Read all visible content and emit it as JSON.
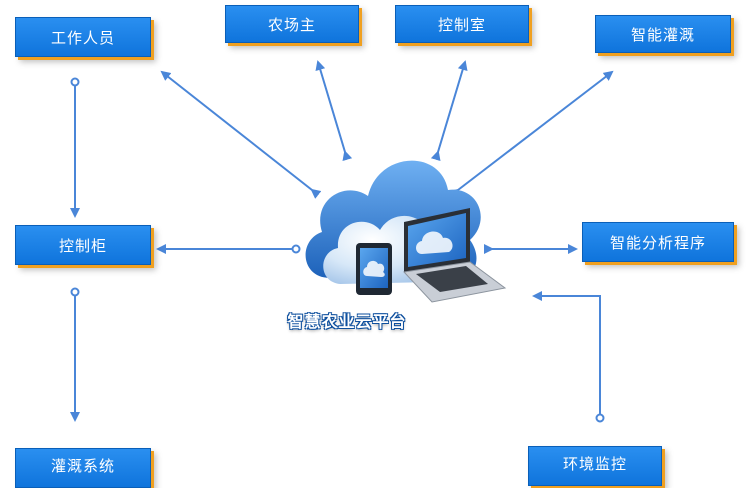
{
  "nodes": {
    "staff": "工作人员",
    "farm_owner": "农场主",
    "control_room": "控制室",
    "smart_irrigation": "智能灌溉",
    "control_cabinet": "控制柜",
    "smart_analysis": "智能分析程序",
    "irrigation_system": "灌溉系统",
    "environment_monitoring": "环境监控"
  },
  "platform": {
    "label": "智慧农业云平台"
  },
  "colors": {
    "node_fill": "#1a82e8",
    "node_shadow": "#f0a020",
    "arrow": "#4a86d8",
    "cloud_light": "#cfe3f7",
    "cloud_dark": "#2f7fd6"
  },
  "icons": [
    "cloud-icon",
    "tablet-icon",
    "laptop-icon"
  ]
}
